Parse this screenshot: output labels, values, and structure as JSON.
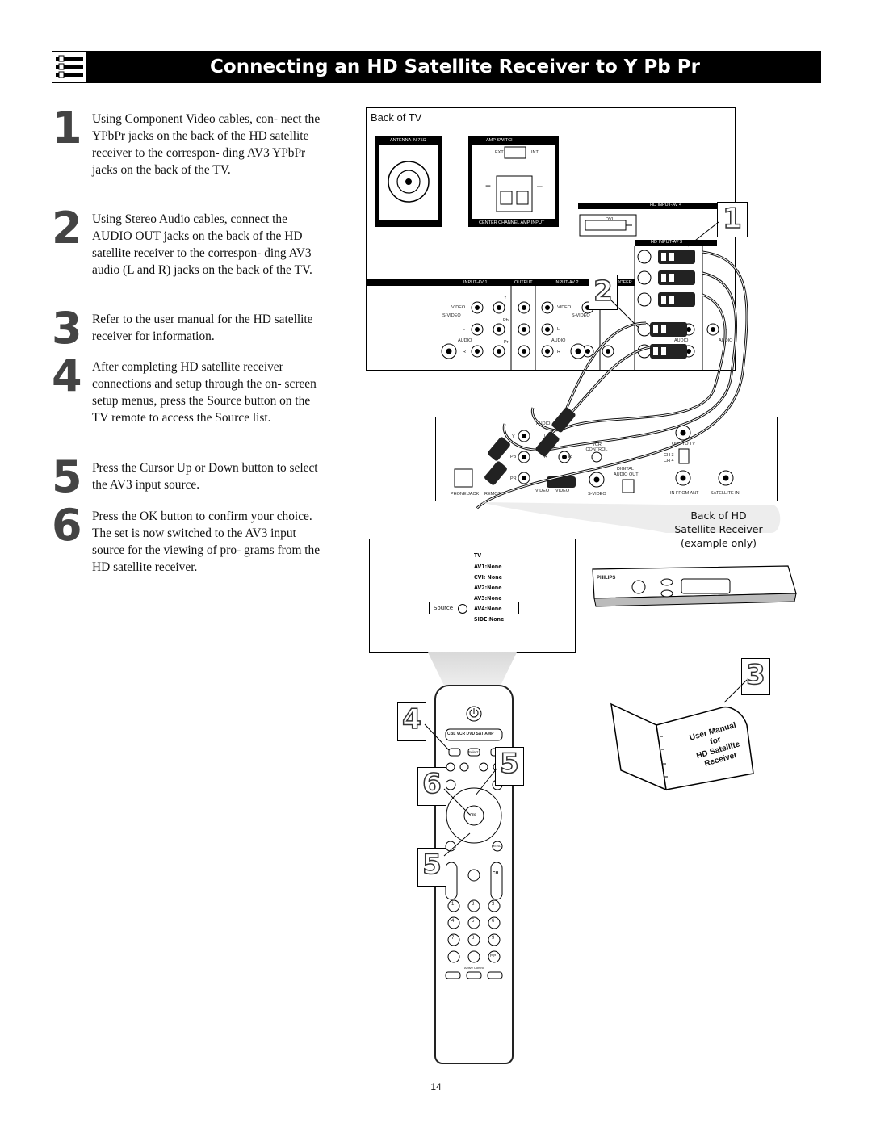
{
  "header": {
    "title": "Connecting an HD Satellite Receiver to Y Pb Pr"
  },
  "steps": [
    {
      "number": "1",
      "text": "Using Component Video cables, con- nect the YPbPr jacks on the back of the HD satellite receiver to the correspon- ding AV3 YPbPr jacks on the back of the TV."
    },
    {
      "number": "2",
      "text": "Using Stereo Audio cables, connect the AUDIO OUT jacks on the back of the HD satellite receiver to the correspon- ding AV3 audio (L and R) jacks on the back of the TV."
    },
    {
      "number": "3",
      "text": "Refer to the user manual for the HD satellite receiver for information."
    },
    {
      "number": "4",
      "text": "After completing HD satellite receiver connections and setup through the on- screen setup menus, press the Source button on the TV remote to access the Source list."
    },
    {
      "number": "5",
      "text": "Press the Cursor Up or Down button to select the AV3 input source."
    },
    {
      "number": "6",
      "text": "Press the OK button to confirm your choice. The set is now switched to the AV3 input source for the viewing of pro- grams from the HD satellite receiver."
    }
  ],
  "tv_panel": {
    "label": "Back of TV",
    "antenna": "ANTENNA IN 75Ω",
    "amp_switch": "AMP SWITCH",
    "ext": "EXT",
    "int": "INT",
    "center_channel": "CENTER CHANNEL AMP INPUT",
    "hd_input_av4": "HD INPUT-AV 4",
    "dvi": "DVI",
    "hd_input_av3": "HD INPUT-AV 3",
    "input_av1": "INPUT-AV 1",
    "output": "OUTPUT",
    "input_av2": "INPUT-AV 2",
    "woofer": "WOOFER",
    "video": "VIDEO",
    "s_video": "S-VIDEO",
    "audio": "AUDIO",
    "l": "L",
    "r": "R",
    "y": "Y",
    "pb": "Pb",
    "pr": "Pr"
  },
  "receiver_panel": {
    "audio": "AUDIO",
    "y": "Y",
    "l": "L",
    "r": "R",
    "pb": "PB",
    "pr": "PR",
    "vcr_control": "VCR CONTROL",
    "out_to_tv": "OUT TO TV",
    "ch3": "CH 3",
    "ch4": "CH 4",
    "digital": "DIGITAL",
    "audio_out": "AUDIO OUT",
    "phone_jack": "PHONE JACK",
    "remote": "REMOTE",
    "video": "VIDEO",
    "s_video": "S-VIDEO",
    "in_from_ant": "IN FROM ANT",
    "satellite_in": "SATELLITE IN",
    "caption_1": "Back of HD",
    "caption_2": "Satellite Receiver",
    "caption_3": "(example only)",
    "brand": "PHILIPS"
  },
  "source_menu": {
    "items": [
      "TV",
      "AV1:None",
      "CVI: None",
      "AV2:None",
      "AV3:None",
      "AV4:None",
      "SIDE:None"
    ],
    "source_label": "Source"
  },
  "remote": {
    "source_row": "CBL VCR DVD SAT AMP",
    "select": "Select",
    "ok": "OK",
    "menu": "MENU",
    "ch": "CH",
    "active_control": "Active Control",
    "pip": "PIP",
    "digits": [
      "1",
      "2",
      "3",
      "4",
      "5",
      "6",
      "7",
      "8",
      "9"
    ]
  },
  "book": {
    "line1": "User Manual",
    "line2": "for",
    "line3": "HD Satellite",
    "line4": "Receiver"
  },
  "callouts": [
    "1",
    "2",
    "3",
    "4",
    "5",
    "6",
    "5"
  ],
  "page_number": "14"
}
